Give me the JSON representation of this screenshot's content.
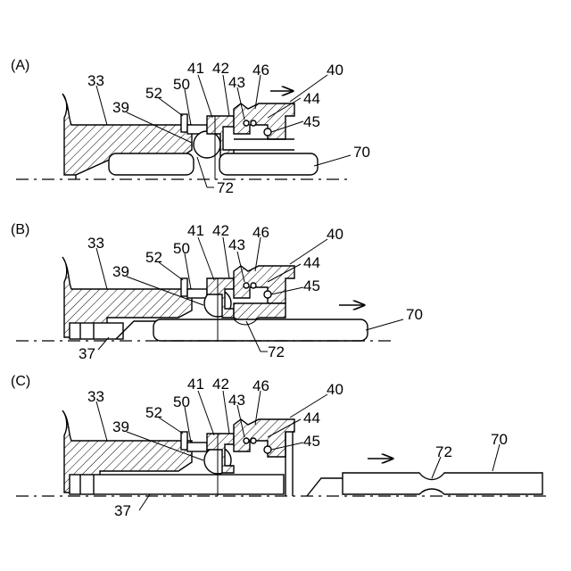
{
  "panels": [
    {
      "id": "A",
      "title": "(A)",
      "labels": {
        "p33": "33",
        "p39": "39",
        "p52": "52",
        "p50": "50",
        "p41": "41",
        "p42": "42",
        "p43": "43",
        "p46": "46",
        "p40": "40",
        "p44": "44",
        "p45": "45",
        "p70": "70",
        "p72": "72"
      }
    },
    {
      "id": "B",
      "title": "(B)",
      "labels": {
        "p33": "33",
        "p39": "39",
        "p52": "52",
        "p50": "50",
        "p41": "41",
        "p42": "42",
        "p43": "43",
        "p46": "46",
        "p40": "40",
        "p44": "44",
        "p45": "45",
        "p70": "70",
        "p72": "72",
        "p37": "37"
      }
    },
    {
      "id": "C",
      "title": "(C)",
      "labels": {
        "p33": "33",
        "p39": "39",
        "p52": "52",
        "p50": "50",
        "p41": "41",
        "p42": "42",
        "p43": "43",
        "p46": "46",
        "p40": "40",
        "p44": "44",
        "p45": "45",
        "p70": "70",
        "p72": "72",
        "p37": "37"
      }
    }
  ]
}
